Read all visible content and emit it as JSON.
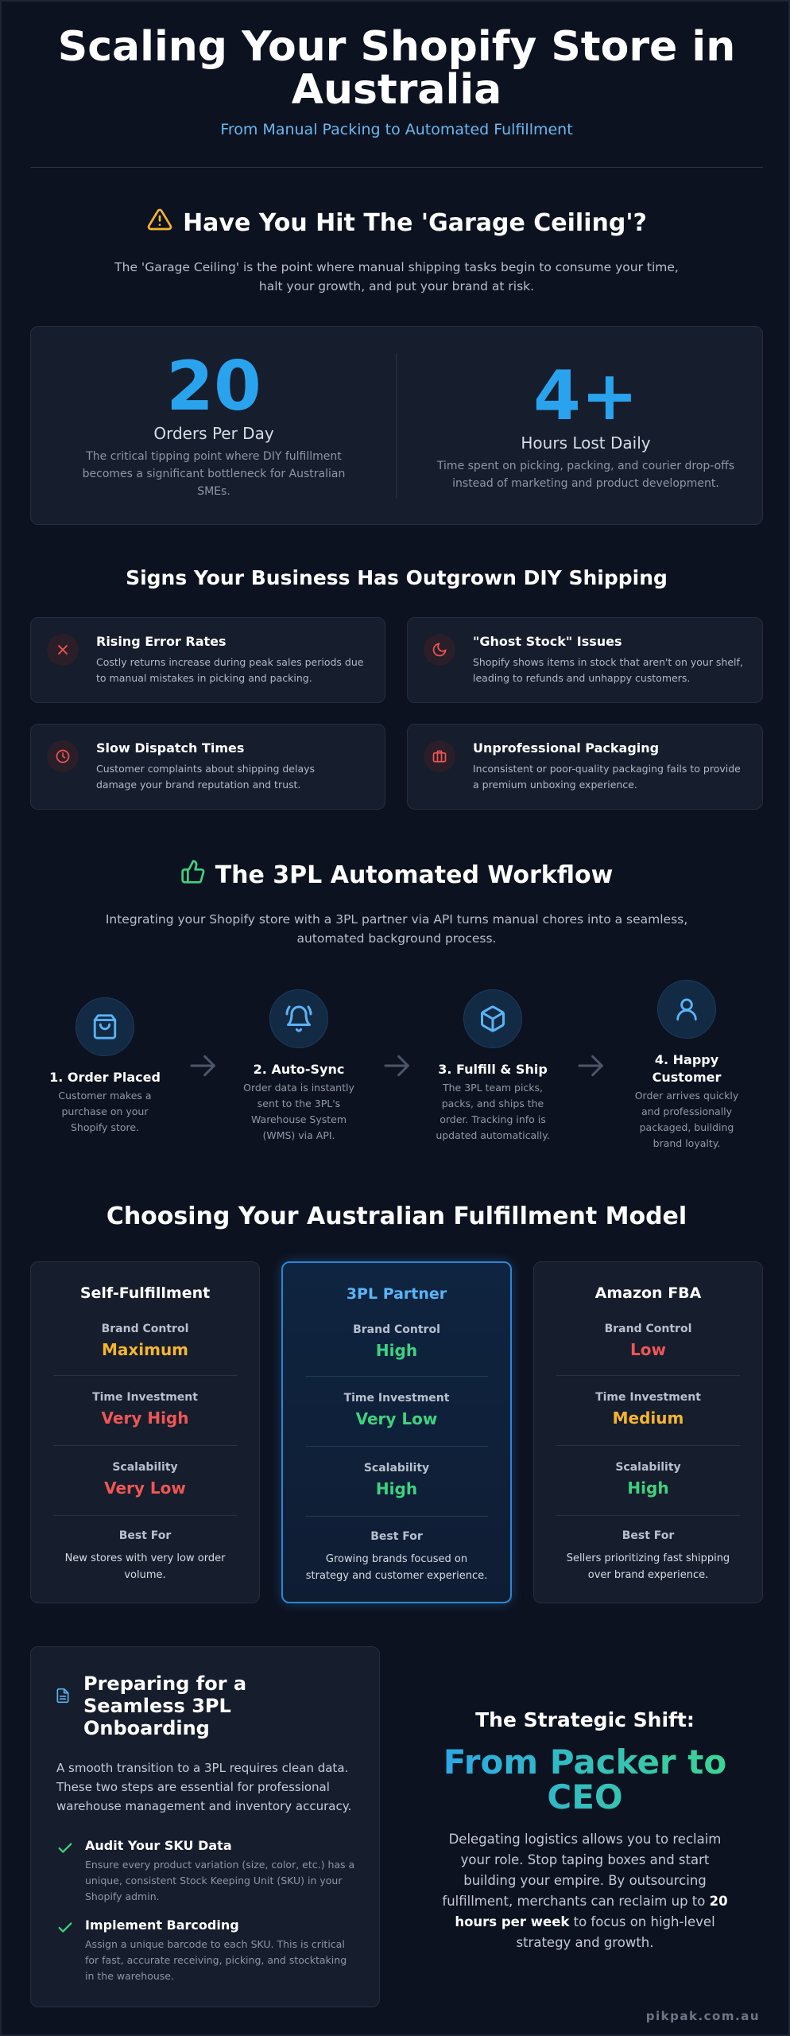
{
  "header": {
    "title": "Scaling Your Shopify Store in Australia",
    "subtitle": "From Manual Packing to Automated Fulfillment"
  },
  "ceiling": {
    "title": "Have You Hit The 'Garage Ceiling'?",
    "description": "The 'Garage Ceiling' is the point where manual shipping tasks begin to consume your time, halt your growth, and put your brand at risk.",
    "stats": [
      {
        "value": "20",
        "label": "Orders Per Day",
        "desc": "The critical tipping point where DIY fulfillment becomes a significant bottleneck for Australian SMEs."
      },
      {
        "value": "4+",
        "label": "Hours Lost Daily",
        "desc": "Time spent on picking, packing, and courier drop-offs instead of marketing and product development."
      }
    ]
  },
  "signs": {
    "title": "Signs Your Business Has Outgrown DIY Shipping",
    "items": [
      {
        "icon": "x-icon",
        "title": "Rising Error Rates",
        "desc": "Costly returns increase during peak sales periods due to manual mistakes in picking and packing."
      },
      {
        "icon": "ghost-icon",
        "title": "\"Ghost Stock\" Issues",
        "desc": "Shopify shows items in stock that aren't on your shelf, leading to refunds and unhappy customers."
      },
      {
        "icon": "clock-icon",
        "title": "Slow Dispatch Times",
        "desc": "Customer complaints about shipping delays damage your brand reputation and trust."
      },
      {
        "icon": "package-icon",
        "title": "Unprofessional Packaging",
        "desc": "Inconsistent or poor-quality packaging fails to provide a premium unboxing experience."
      }
    ]
  },
  "workflow": {
    "title": "The 3PL Automated Workflow",
    "description": "Integrating your Shopify store with a 3PL partner via API turns manual chores into a seamless, automated background process.",
    "steps": [
      {
        "icon": "shopping-bag-icon",
        "title": "1. Order Placed",
        "desc": "Customer makes a purchase on your Shopify store."
      },
      {
        "icon": "bell-icon",
        "title": "2. Auto-Sync",
        "desc": "Order data is instantly sent to the 3PL's Warehouse System (WMS) via API."
      },
      {
        "icon": "box-icon",
        "title": "3. Fulfill & Ship",
        "desc": "The 3PL team picks, packs, and ships the order. Tracking info is updated automatically."
      },
      {
        "icon": "user-icon",
        "title": "4. Happy Customer",
        "desc": "Order arrives quickly and professionally packaged, building brand loyalty."
      }
    ]
  },
  "models": {
    "title": "Choosing Your Australian Fulfillment Model",
    "labels": {
      "control": "Brand Control",
      "time": "Time Investment",
      "scale": "Scalability",
      "best": "Best For"
    },
    "colors": {
      "good": "#3ed27f",
      "mid": "#f5b52e",
      "bad": "#f05656",
      "accent": "#5ab4f5"
    },
    "items": [
      {
        "name": "Self-Fulfillment",
        "control": "Maximum",
        "time": "Very High",
        "scale": "Very Low",
        "best": "New stores with very low order volume."
      },
      {
        "name": "3PL Partner",
        "control": "High",
        "time": "Very Low",
        "scale": "High",
        "best": "Growing brands focused on strategy and customer experience."
      },
      {
        "name": "Amazon FBA",
        "control": "Low",
        "time": "Medium",
        "scale": "High",
        "best": "Sellers prioritizing fast shipping over brand experience."
      }
    ]
  },
  "prep": {
    "title": "Preparing for a Seamless 3PL Onboarding",
    "description": "A smooth transition to a 3PL requires clean data. These two steps are essential for professional warehouse management and inventory accuracy.",
    "items": [
      {
        "title": "Audit Your SKU Data",
        "desc": "Ensure every product variation (size, color, etc.) has a unique, consistent Stock Keeping Unit (SKU) in your Shopify admin."
      },
      {
        "title": "Implement Barcoding",
        "desc": "Assign a unique barcode to each SKU. This is critical for fast, accurate receiving, picking, and stocktaking in the warehouse."
      }
    ]
  },
  "shift": {
    "title": "The Strategic Shift:",
    "headline": "From Packer to CEO",
    "text_before": "Delegating logistics allows you to reclaim your role. Stop taping boxes and start building your empire. By outsourcing fulfillment, merchants can reclaim up to ",
    "text_bold": "20 hours per week",
    "text_after": " to focus on high-level strategy and growth."
  },
  "footer": {
    "brand": "pikpak.com.au"
  }
}
